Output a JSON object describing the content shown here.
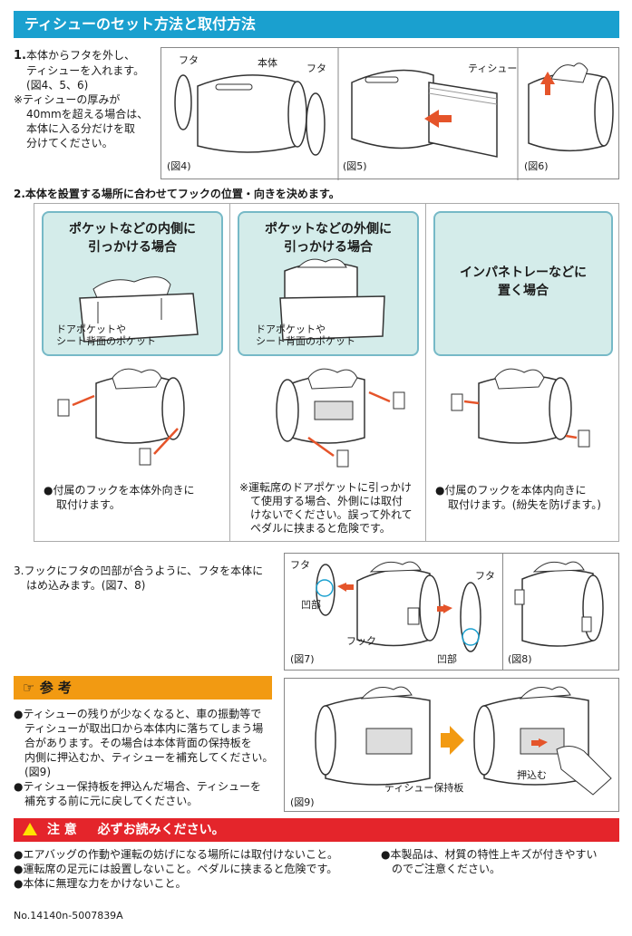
{
  "header": {
    "title": "ティシューのセット方法と取付方法"
  },
  "step1": {
    "num": "1.",
    "lines": [
      "本体からフタを外し、",
      "ティシューを入れます。",
      "(図4、5、6)"
    ],
    "note_lines": [
      "※ティシューの厚みが",
      "40mmを超える場合は、",
      "本体に入る分だけを取",
      "分けてください。"
    ]
  },
  "fig4": {
    "caption": "(図4)",
    "lid_left": "フタ",
    "body": "本体",
    "lid_right": "フタ"
  },
  "fig5": {
    "caption": "(図5)",
    "tissue": "ティシュー"
  },
  "fig6": {
    "caption": "(図6)"
  },
  "step2": {
    "text": "2.本体を設置する場所に合わせてフックの位置・向きを決めます。"
  },
  "case_inside": {
    "title1": "ポケットなどの内側に",
    "title2": "引っかける場合",
    "pocket1": "ドアポケットや",
    "pocket2": "シート背面のポケット",
    "desc1": "●付属のフックを本体外向きに",
    "desc2": "取付けます。"
  },
  "case_outside": {
    "title1": "ポケットなどの外側に",
    "title2": "引っかける場合",
    "pocket1": "ドアポケットや",
    "pocket2": "シート背面のポケット",
    "desc": [
      "※運転席のドアポケットに引っかけ",
      "て使用する場合、外側には取付",
      "けないでください。誤って外れて",
      "ペダルに挟まると危険です。"
    ]
  },
  "case_panel": {
    "title1": "インパネトレーなどに",
    "title2": "置く場合",
    "desc1": "●付属のフックを本体内向きに",
    "desc2": "取付けます。(紛失を防げます。)"
  },
  "step3": {
    "lines": [
      "3.フックにフタの凹部が合うように、フタを本体に",
      "はめ込みます。(図7、8)"
    ]
  },
  "fig7": {
    "caption": "(図7)",
    "lid_left": "フタ",
    "dent_left": "凹部",
    "hook": "フック",
    "lid_right": "フタ",
    "dent_right": "凹部"
  },
  "fig8": {
    "caption": "(図8)"
  },
  "reference": {
    "title": "参 考",
    "b1": [
      "●ティシューの残りが少なくなると、車の振動等で",
      "ティシューが取出口から本体内に落ちてしまう場",
      "合があります。その場合は本体背面の保持板を",
      "内側に押込むか、ティシューを補充してください。",
      "(図9)"
    ],
    "b2": [
      "●ティシュー保持板を押込んだ場合、ティシューを",
      "補充する前に元に戻してください。"
    ]
  },
  "fig9": {
    "caption": "(図9)",
    "plate": "ティシュー保持板",
    "push": "押込む"
  },
  "warning": {
    "title": "注 意",
    "subtitle": "必ずお読みください。",
    "left": [
      "●エアバッグの作動や運転の妨げになる場所には取付けないこと。",
      "●運転席の足元には設置しないこと。ペダルに挟まると危険です。",
      "●本体に無理な力をかけないこと。"
    ],
    "right": [
      "●本製品は、材質の特性上キズが付きやすい",
      "のでご注意ください。"
    ]
  },
  "footer": {
    "code": "No.14140n-5007839A"
  },
  "colors": {
    "header_blue": "#1aa0cf",
    "teal_bg": "#d4ecea",
    "orange": "#f29a12",
    "red": "#e4252b",
    "arrow_red": "#e5542a"
  }
}
